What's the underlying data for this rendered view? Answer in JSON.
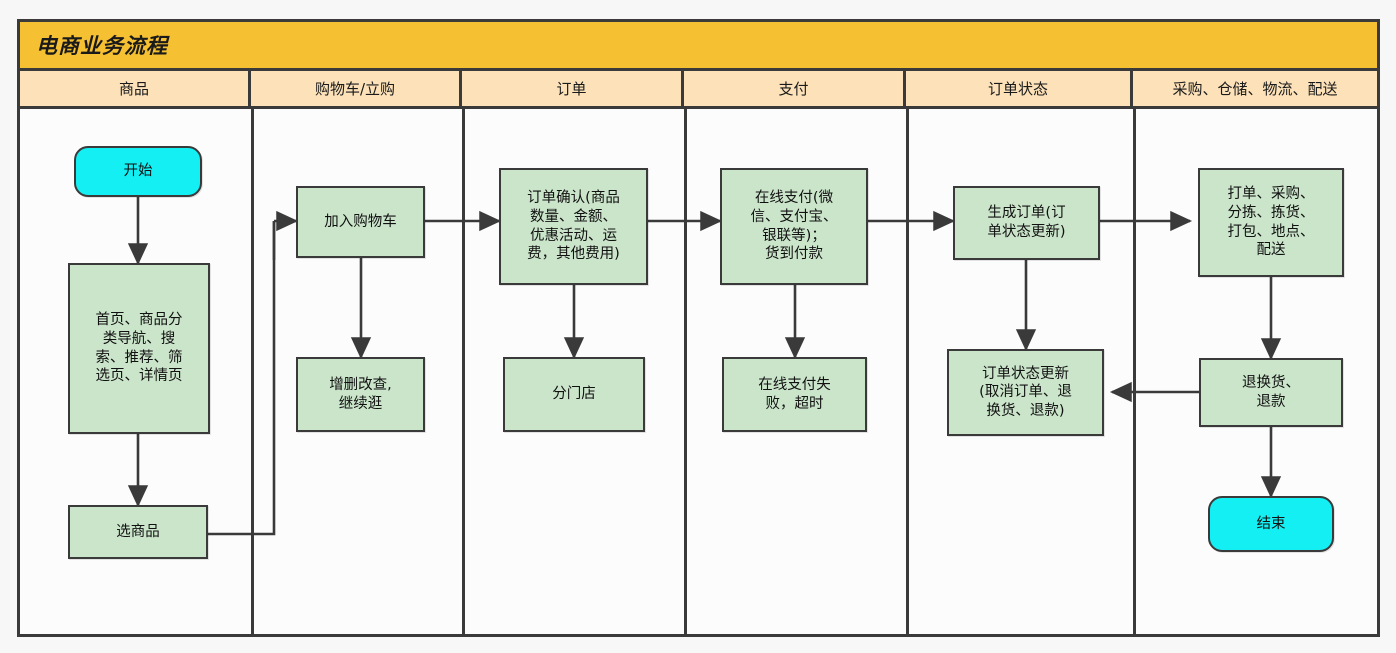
{
  "diagram": {
    "title": "电商业务流程",
    "type": "swimlane-flowchart",
    "colors": {
      "title_bar": "#f5c032",
      "lane_header": "#fce1b9",
      "process_fill": "#cbe5cb",
      "terminator_fill": "#13eff3",
      "stroke": "#3a3a3a",
      "background": "#f7f7f7"
    },
    "lanes": [
      {
        "id": "lane-goods",
        "label": "商品"
      },
      {
        "id": "lane-cart",
        "label": "购物车/立购"
      },
      {
        "id": "lane-order",
        "label": "订单"
      },
      {
        "id": "lane-payment",
        "label": "支付"
      },
      {
        "id": "lane-status",
        "label": "订单状态"
      },
      {
        "id": "lane-fulfill",
        "label": "采购、仓储、物流、配送"
      }
    ],
    "nodes": [
      {
        "id": "start",
        "lane": "lane-goods",
        "shape": "terminator",
        "label": "开始"
      },
      {
        "id": "browse",
        "lane": "lane-goods",
        "shape": "process",
        "label": "首页、商品分\n类导航、搜\n索、推荐、筛\n选页、详情页"
      },
      {
        "id": "select-goods",
        "lane": "lane-goods",
        "shape": "process",
        "label": "选商品"
      },
      {
        "id": "add-to-cart",
        "lane": "lane-cart",
        "shape": "process",
        "label": "加入购物车"
      },
      {
        "id": "cart-crud",
        "lane": "lane-cart",
        "shape": "process",
        "label": "增删改查,\n继续逛"
      },
      {
        "id": "order-confirm",
        "lane": "lane-order",
        "shape": "process",
        "label": "订单确认(商品\n数量、金额、\n优惠活动、运\n费，其他费用)"
      },
      {
        "id": "split-store",
        "lane": "lane-order",
        "shape": "process",
        "label": "分门店"
      },
      {
        "id": "online-pay",
        "lane": "lane-payment",
        "shape": "process",
        "label": "在线支付(微\n信、支付宝、\n银联等)；\n货到付款"
      },
      {
        "id": "pay-failed",
        "lane": "lane-payment",
        "shape": "process",
        "label": "在线支付失\n败，超时"
      },
      {
        "id": "create-order",
        "lane": "lane-status",
        "shape": "process",
        "label": "生成订单(订\n单状态更新)"
      },
      {
        "id": "status-update",
        "lane": "lane-status",
        "shape": "process",
        "label": "订单状态更新\n(取消订单、退\n换货、退款)"
      },
      {
        "id": "fulfillment",
        "lane": "lane-fulfill",
        "shape": "process",
        "label": "打单、采购、\n分拣、拣货、\n打包、地点、\n配送"
      },
      {
        "id": "return-refund",
        "lane": "lane-fulfill",
        "shape": "process",
        "label": "退换货、\n退款"
      },
      {
        "id": "end",
        "lane": "lane-fulfill",
        "shape": "terminator",
        "label": "结束"
      }
    ],
    "edges": [
      {
        "from": "start",
        "to": "browse",
        "direction": "one-way"
      },
      {
        "from": "browse",
        "to": "select-goods",
        "direction": "one-way"
      },
      {
        "from": "select-goods",
        "to": "add-to-cart",
        "direction": "one-way"
      },
      {
        "from": "add-to-cart",
        "to": "cart-crud",
        "direction": "two-way"
      },
      {
        "from": "add-to-cart",
        "to": "order-confirm",
        "direction": "one-way"
      },
      {
        "from": "order-confirm",
        "to": "split-store",
        "direction": "two-way"
      },
      {
        "from": "order-confirm",
        "to": "online-pay",
        "direction": "one-way"
      },
      {
        "from": "online-pay",
        "to": "pay-failed",
        "direction": "two-way"
      },
      {
        "from": "online-pay",
        "to": "create-order",
        "direction": "one-way"
      },
      {
        "from": "create-order",
        "to": "status-update",
        "direction": "one-way"
      },
      {
        "from": "create-order",
        "to": "fulfillment",
        "direction": "one-way"
      },
      {
        "from": "fulfillment",
        "to": "return-refund",
        "direction": "one-way"
      },
      {
        "from": "return-refund",
        "to": "status-update",
        "direction": "one-way"
      },
      {
        "from": "return-refund",
        "to": "end",
        "direction": "one-way"
      }
    ]
  }
}
